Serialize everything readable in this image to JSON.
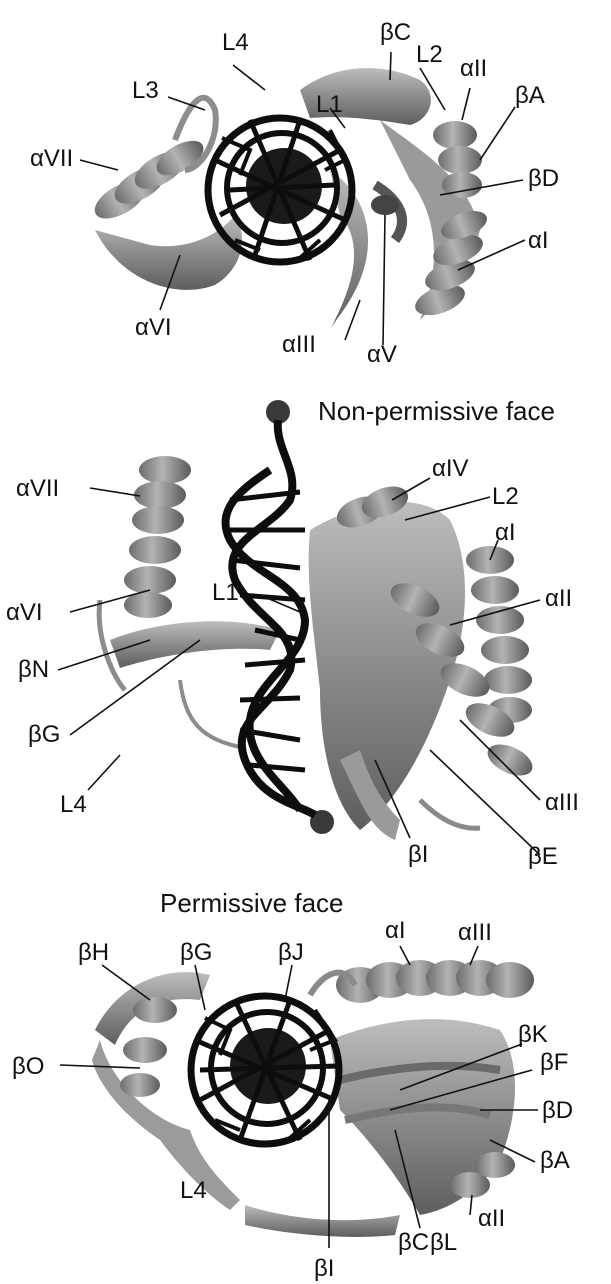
{
  "views": {
    "top": {
      "labels": {
        "l4": "L4",
        "bc": "βC",
        "l2": "L2",
        "aii": "αII",
        "l3": "L3",
        "ba": "βA",
        "l1": "L1",
        "avii": "αVII",
        "bd": "βD",
        "ai": "αI",
        "avi": "αVI",
        "aiii": "αIII",
        "av": "αV"
      }
    },
    "middle": {
      "title": "Non-permissive face",
      "labels": {
        "aiv": "αIV",
        "avii": "αVII",
        "l2": "L2",
        "ai": "αI",
        "aii": "αII",
        "l1": "L1",
        "avi": "αVI",
        "bn": "βN",
        "bg": "βG",
        "aiii": "αIII",
        "l4": "L4",
        "bi": "βI",
        "be": "βE"
      }
    },
    "bottom": {
      "title": "Permissive face",
      "labels": {
        "bh": "βH",
        "bg": "βG",
        "bj": "βJ",
        "ai": "αI",
        "aiii": "αIII",
        "bk": "βK",
        "bf": "βF",
        "bo": "βO",
        "bd": "βD",
        "ba": "βA",
        "aii": "αII",
        "l4": "L4",
        "bc": "βC",
        "bl": "βL",
        "bi": "βI"
      }
    }
  },
  "colors": {
    "ribbon": "#8f8f8f",
    "ribbon_dark": "#6a6a6a",
    "ribbon_light": "#b5b5b5",
    "dna": "#0d0d0d",
    "text": "#111111"
  }
}
